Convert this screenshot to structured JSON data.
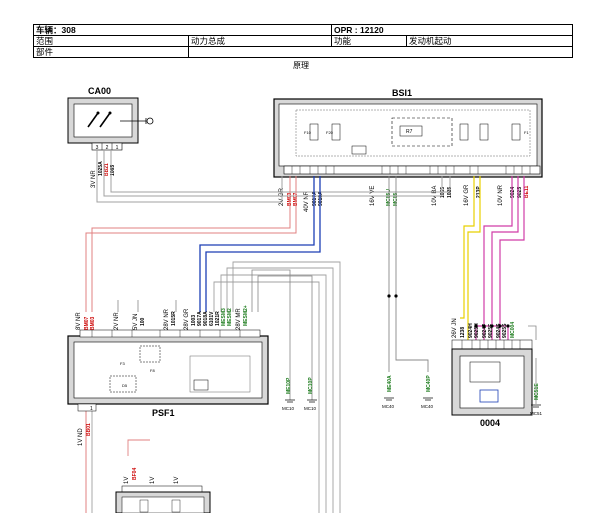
{
  "header": {
    "vehicle": "车辆：308",
    "opr": "OPR : 12120",
    "range_label": "范围",
    "range_value": "动力总成",
    "function_label": "功能",
    "function_value": "发动机起动",
    "part_label": "部件"
  },
  "subtitle": "原理",
  "components": {
    "ca00": "CA00",
    "bsi1": "BSI1",
    "psf1": "PSF1",
    "c0004": "0004"
  },
  "labels": {
    "ca00_wire": "3V NR",
    "ca00_c1": "1025A",
    "ca00_c2": "BB21",
    "ca00_c3": "1065",
    "bsi_gr": "2V GR",
    "bsi_bm03": "BM03",
    "bsi_bm07": "BM07",
    "bsi_40v": "40V NR",
    "bsi_9017a": "9017A",
    "bsi_9018a": "9018A",
    "bsi_16ve": "16V VE",
    "bsi_mc85u": "MC85U",
    "bsi_mc85i": "MC85I",
    "bsi_10vba": "10V BA",
    "bsi_1065": "1065",
    "bsi_1025": "1025",
    "bsi_16vgr": "16V GR",
    "bsi_213p": "213P",
    "bsi_10vnr": "10V NR",
    "bsi_9024": "9024",
    "bsi_9025": "9025",
    "bsi_be11": "BE11",
    "psf_8v": "8V NR",
    "psf_bm07": "BM07",
    "psf_bm03": "BM03",
    "psf_2v": "2V NR",
    "psf_5v": "5V JN",
    "psf_100": "100",
    "psf_28v_nr": "28V NR",
    "psf_1015r": "1015R",
    "psf_28v_gr": "28V GR",
    "psf_1003": "1003",
    "psf_9017a": "9017A",
    "psf_9018a": "9018A",
    "psf_6101v": "6101V",
    "psf_1021r": "1021R",
    "psf_mesm3": "MESM3",
    "psf_mesm2": "MESM2",
    "psf_28v_mr": "28V MR",
    "psf_mesm2p": "MESM2+",
    "psf_1v_nd": "1V ND",
    "psf_bb01": "BB01",
    "psf_pins_bottom": "1",
    "me10p": "ME10P",
    "mc10p": "MC10P",
    "mc10a": "MC10",
    "mc10b": "MC10",
    "me40a": "ME40A",
    "mc40p": "MC40P",
    "mc40": "MC40",
    "mc40b": "MC40",
    "jn_26v": "26V JN",
    "jn_1238": "1238",
    "jn_9024h": "9024H",
    "jn_9025h": "9025H",
    "jn_9024f": "9024F",
    "jn_9025f": "9025F",
    "jn_9024s": "9024S",
    "jn_9025s": "9025S",
    "jn_mc004": "MC004",
    "mc51e": "MC51E",
    "mc51": "MC51",
    "bot_1v_a": "1V",
    "bot_bf04": "BF04",
    "bot_1v_b": "1V",
    "bot_1v_c": "1V"
  },
  "colors": {
    "grey_wire": "#a0a0a0",
    "red_wire": "#e08080",
    "blue_wire": "#1c3fb5",
    "yellow_wire": "#e8d000",
    "magenta_wire": "#d03ca8",
    "green_code": "#1a7a1a",
    "red_code": "#cc0000"
  }
}
